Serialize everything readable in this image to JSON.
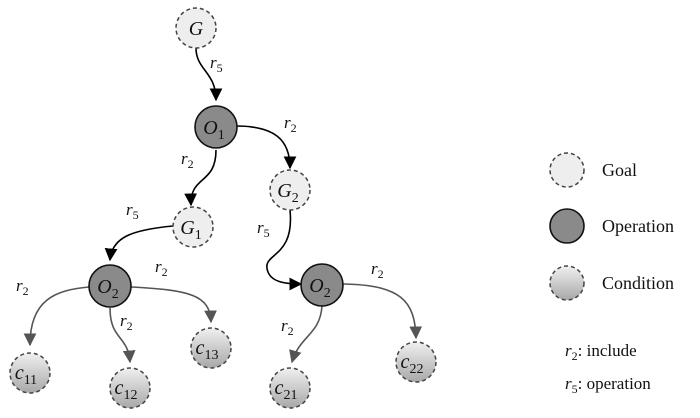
{
  "colors": {
    "goal_fill": "#eeeeee",
    "operation_fill": "#8a8a8a",
    "condition_top": "#f0f0f0",
    "condition_bottom": "#a8a8a8",
    "edge_dark": "#000000",
    "edge_gray": "#555555"
  },
  "nodes": {
    "G": {
      "main": "G",
      "sub": ""
    },
    "O1": {
      "main": "O",
      "sub": "1"
    },
    "G1": {
      "main": "G",
      "sub": "1"
    },
    "G2": {
      "main": "G",
      "sub": "2"
    },
    "O2a": {
      "main": "O",
      "sub": "2"
    },
    "O2b": {
      "main": "O",
      "sub": "2"
    },
    "c11": {
      "main": "c",
      "sub": "11"
    },
    "c12": {
      "main": "c",
      "sub": "12"
    },
    "c13": {
      "main": "c",
      "sub": "13"
    },
    "c21": {
      "main": "c",
      "sub": "21"
    },
    "c22": {
      "main": "c",
      "sub": "22"
    }
  },
  "edges": {
    "G_O1": {
      "r": "r",
      "sub": "5"
    },
    "O1_G1": {
      "r": "r",
      "sub": "2"
    },
    "O1_G2": {
      "r": "r",
      "sub": "2"
    },
    "G1_O2a": {
      "r": "r",
      "sub": "5"
    },
    "G2_O2b": {
      "r": "r",
      "sub": "5"
    },
    "O2a_c11": {
      "r": "r",
      "sub": "2"
    },
    "O2a_c12": {
      "r": "r",
      "sub": "2"
    },
    "O2a_c13": {
      "r": "r",
      "sub": "2"
    },
    "O2b_c21": {
      "r": "r",
      "sub": "2"
    },
    "O2b_c22": {
      "r": "r",
      "sub": "2"
    }
  },
  "legend": {
    "goal": "Goal",
    "operation": "Operation",
    "condition": "Condition",
    "r2": {
      "r": "r",
      "sub": "2",
      "text": ": include"
    },
    "r5": {
      "r": "r",
      "sub": "5",
      "text": ": operation"
    }
  }
}
